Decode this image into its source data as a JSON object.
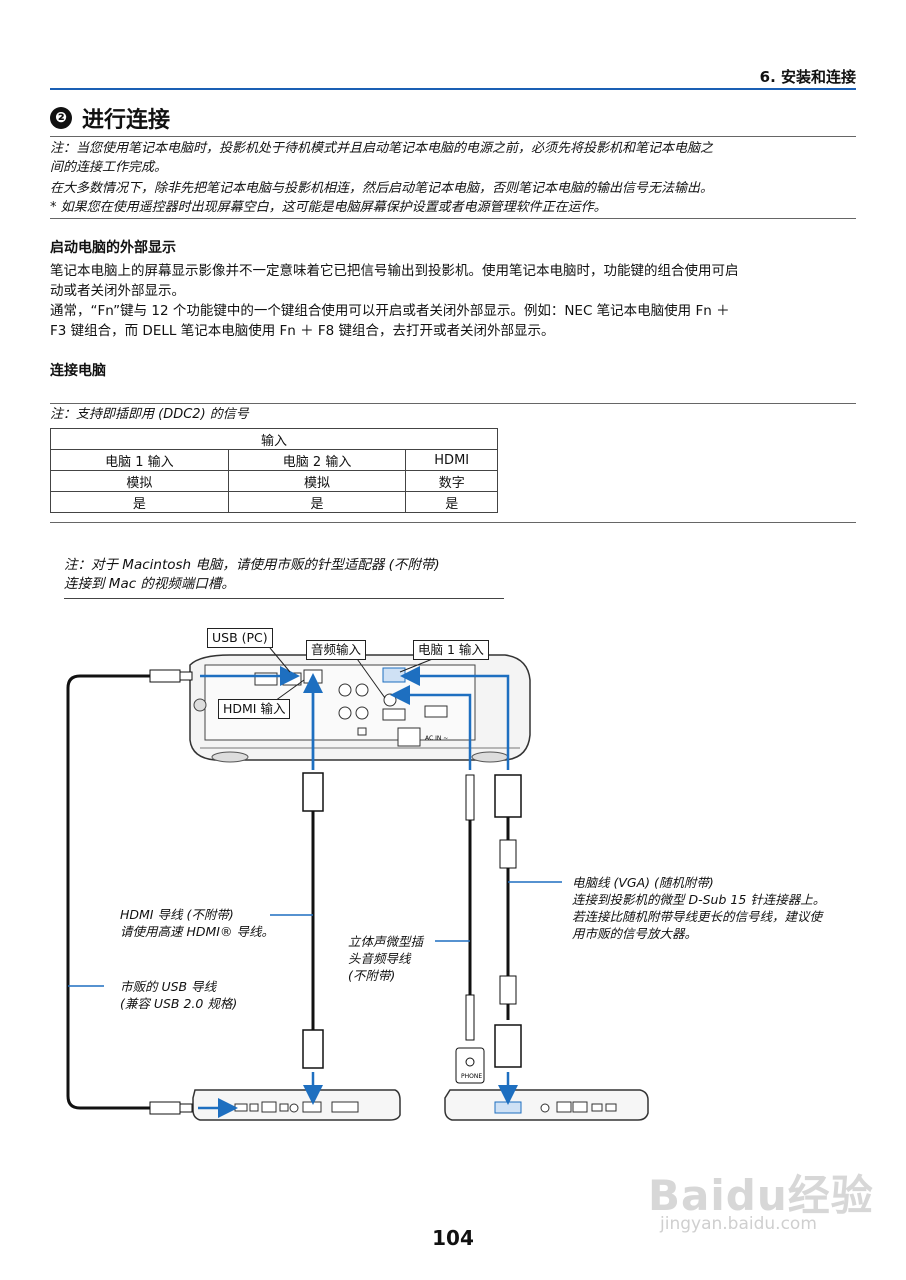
{
  "header": {
    "chapter": "6. 安装和连接"
  },
  "section": {
    "number": "❷",
    "title": "进行连接"
  },
  "note1": {
    "line1": "注：当您使用笔记本电脑时，投影机处于待机模式并且启动笔记本电脑的电源之前，必须先将投影机和笔记本电脑之",
    "line2": "间的连接工作完成。",
    "line3": "在大多数情况下，除非先把笔记本电脑与投影机相连，然后启动笔记本电脑，否则笔记本电脑的输出信号无法输出。",
    "line4": "* 如果您在使用遥控器时出现屏幕空白，这可能是电脑屏幕保护设置或者电源管理软件正在运作。"
  },
  "external_display": {
    "heading": "启动电脑的外部显示",
    "line1": "笔记本电脑上的屏幕显示影像并不一定意味着它已把信号输出到投影机。使用笔记本电脑时，功能键的组合使用可启",
    "line2": "动或者关闭外部显示。",
    "line3": "通常，“Fn”键与 12 个功能键中的一个键组合使用可以开启或者关闭外部显示。例如：NEC 笔记本电脑使用 Fn ＋",
    "line4": "F3 键组合，而 DELL 笔记本电脑使用 Fn ＋ F8 键组合，去打开或者关闭外部显示。"
  },
  "connect_pc": {
    "heading": "连接电脑",
    "note": "注：支持即插即用 (DDC2) 的信号",
    "table": {
      "header": "输入",
      "columns": [
        "电脑 1 输入",
        "电脑 2 输入",
        "HDMI"
      ],
      "row1": [
        "模拟",
        "模拟",
        "数字"
      ],
      "row2": [
        "是",
        "是",
        "是"
      ]
    }
  },
  "mac_note": {
    "line1": "注：对于 Macintosh 电脑，请使用市贩的针型适配器 (不附带)",
    "line2": "连接到 Mac 的视频端口槽。"
  },
  "diagram": {
    "labels": {
      "usb_pc": "USB (PC)",
      "audio_in": "音频输入",
      "computer1_in": "电脑 1 输入",
      "hdmi_in": "HDMI 输入"
    },
    "captions": {
      "hdmi_cable": [
        "HDMI 导线 (不附带)",
        "请使用高速 HDMI® 导线。"
      ],
      "usb_cable": [
        "市贩的 USB 导线",
        "(兼容 USB 2.0 规格)"
      ],
      "audio_cable": [
        "立体声微型插",
        "头音频导线",
        "(不附带)"
      ],
      "vga_cable": [
        "电脑线 (VGA) (随机附带)",
        "连接到投影机的微型 D-Sub 15 针连接器上。",
        "若连接比随机附带导线更长的信号线，建议使",
        "用市贩的信号放大器。"
      ]
    },
    "phone_label": "PHONE",
    "ac_label": "AC IN ~"
  },
  "page_number": "104",
  "watermark": {
    "brand": "Baidu经验",
    "url": "jingyan.baidu.com"
  },
  "colors": {
    "accent": "#1a5fb4",
    "arrow": "#1e6fc0"
  }
}
